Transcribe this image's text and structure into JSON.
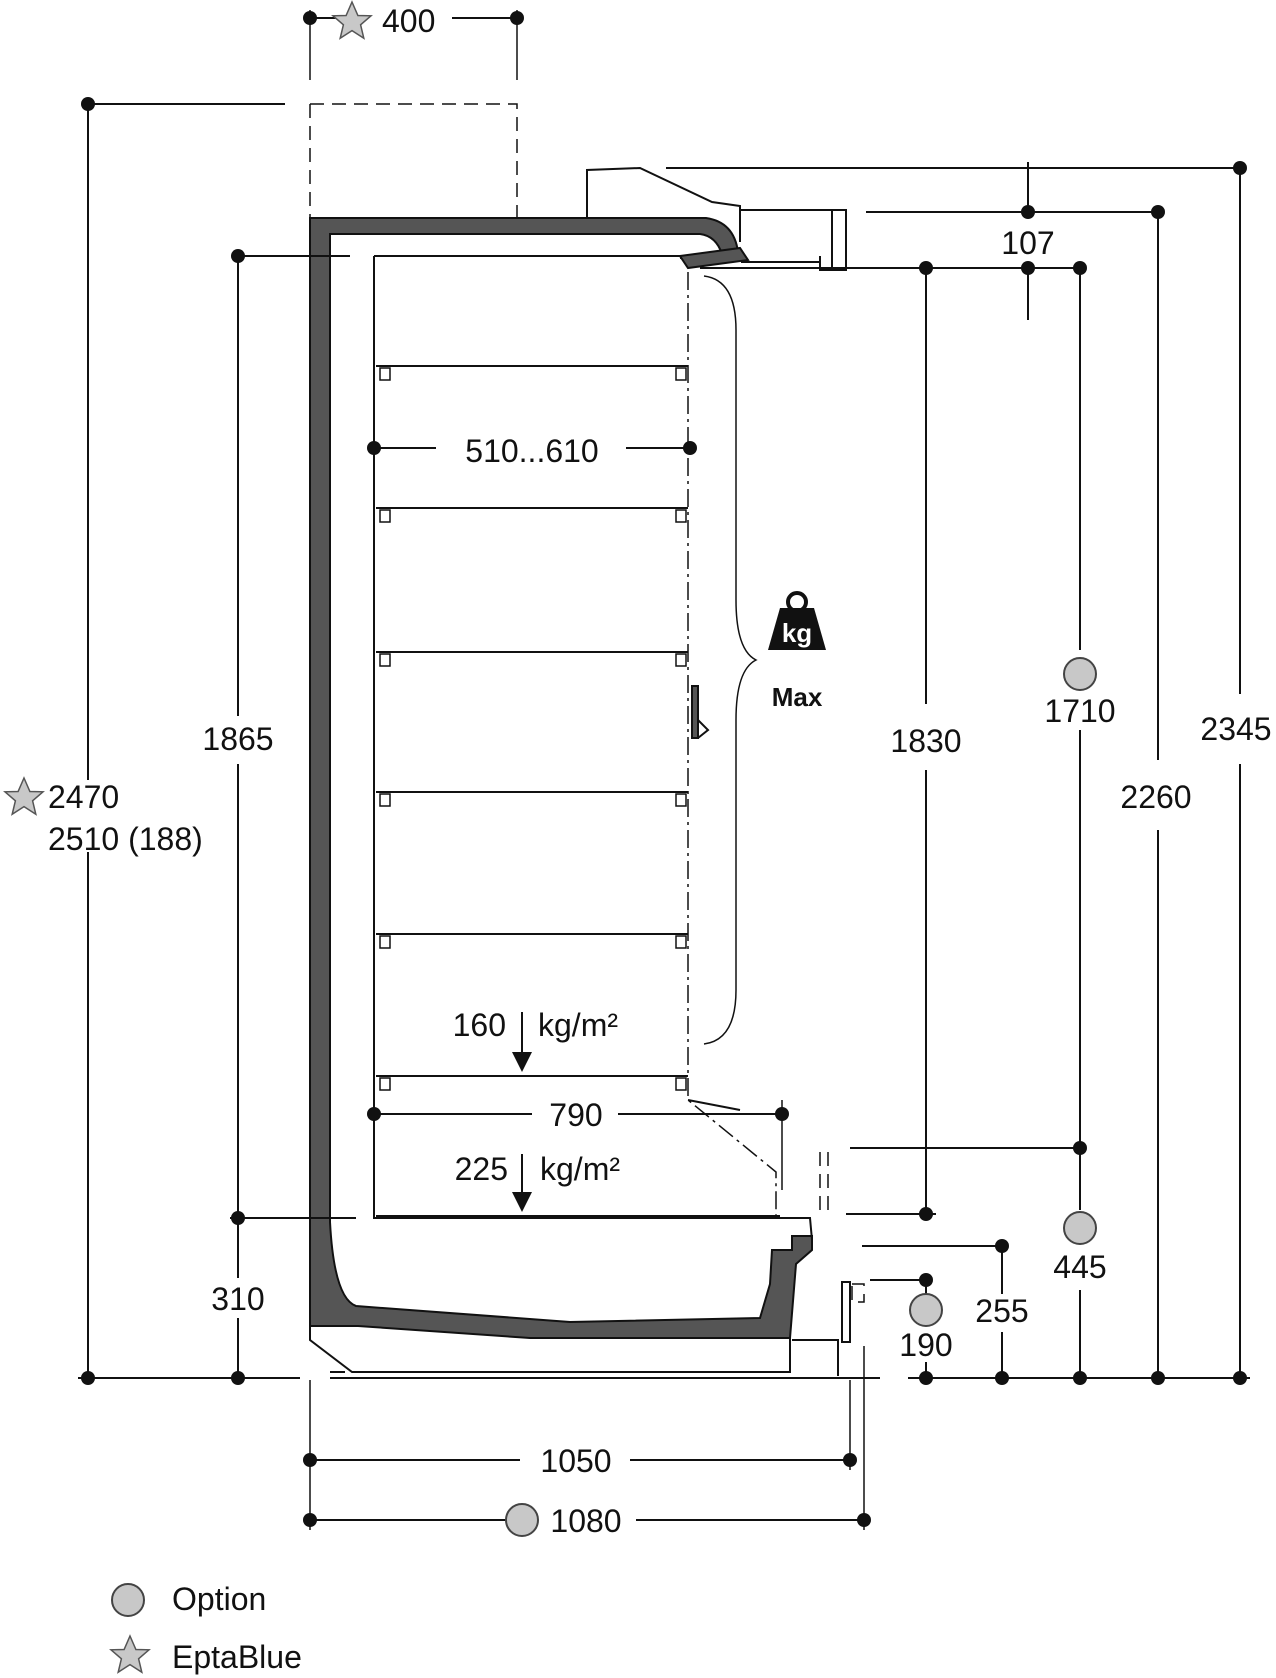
{
  "dimensions": {
    "top_width": "400",
    "overall_height_line1": "2470",
    "overall_height_line2": "2510 (188)",
    "inner_height": "1865",
    "base_height": "310",
    "shelf_depth": "510...610",
    "base_depth": "790",
    "canopy_offset": "107",
    "h_1830": "1830",
    "h_1710": "1710",
    "h_2260": "2260",
    "h_2345": "2345",
    "h_445": "445",
    "h_255": "255",
    "h_190": "190",
    "width_1050": "1050",
    "width_1080": "1080"
  },
  "loads": {
    "shelf_value": "160",
    "shelf_unit": "kg/m²",
    "base_value": "225",
    "base_unit": "kg/m²",
    "weight_icon_text": "kg",
    "max_label": "Max"
  },
  "legend": {
    "option_label": "Option",
    "eptablue_label": "EptaBlue"
  },
  "icons": {
    "option": "grey-circle-icon",
    "eptablue": "grey-star-icon",
    "weight": "weight-icon"
  },
  "colors": {
    "wall": "#555555",
    "marker": "#c8c8c8",
    "line": "#111111"
  }
}
